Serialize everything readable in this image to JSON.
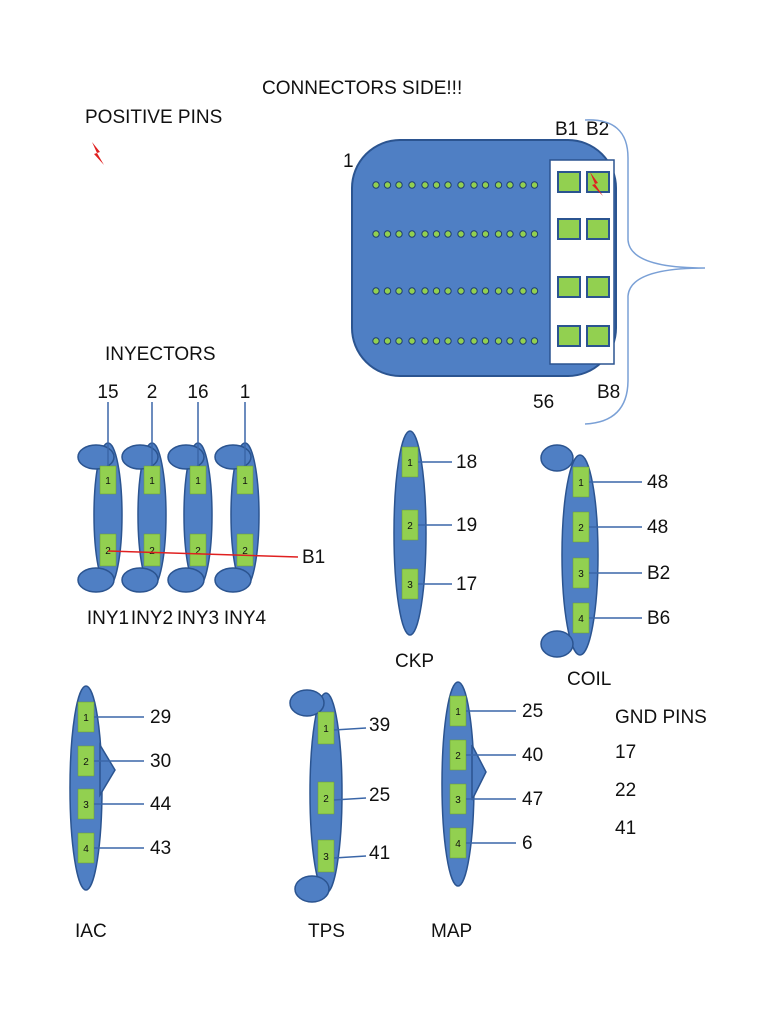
{
  "titles": {
    "connectors_side": "CONNECTORS SIDE!!!",
    "positive_pins": "POSITIVE PINS",
    "inyectors": "INYECTORS"
  },
  "connector": {
    "pin_first": "1",
    "pin_last": "56",
    "b1": "B1",
    "b2": "B2",
    "b8": "B8"
  },
  "injectors": {
    "top_pins": [
      "15",
      "2",
      "16",
      "1"
    ],
    "names": [
      "INY1",
      "INY2",
      "INY3",
      "INY4"
    ],
    "pin_labels": [
      "1",
      "2"
    ],
    "shared_wire": "B1"
  },
  "ckp": {
    "name": "CKP",
    "pins": [
      "1",
      "2",
      "3"
    ],
    "wires": [
      "18",
      "19",
      "17"
    ]
  },
  "coil": {
    "name": "COIL",
    "pins": [
      "1",
      "2",
      "3",
      "4"
    ],
    "wires": [
      "48",
      "48",
      "B2",
      "B6"
    ]
  },
  "iac": {
    "name": "IAC",
    "pins": [
      "1",
      "2",
      "3",
      "4"
    ],
    "wires": [
      "29",
      "30",
      "44",
      "43"
    ]
  },
  "tps": {
    "name": "TPS",
    "pins": [
      "1",
      "2",
      "3"
    ],
    "wires": [
      "39",
      "25",
      "41"
    ]
  },
  "map": {
    "name": "MAP",
    "pins": [
      "1",
      "2",
      "3",
      "4"
    ],
    "wires": [
      "25",
      "40",
      "47",
      "6"
    ]
  },
  "gnd": {
    "title": "GND PINS",
    "pins": [
      "17",
      "22",
      "41"
    ]
  },
  "colors": {
    "body_fill": "#4f7fc4",
    "body_stroke": "#2b5490",
    "pin_fill": "#92d050",
    "wire": "#3a66a8",
    "positive": "#e02020",
    "brace": "#7aa0d6"
  },
  "icons": {
    "positive_marker": "lightning-bolt-icon"
  }
}
